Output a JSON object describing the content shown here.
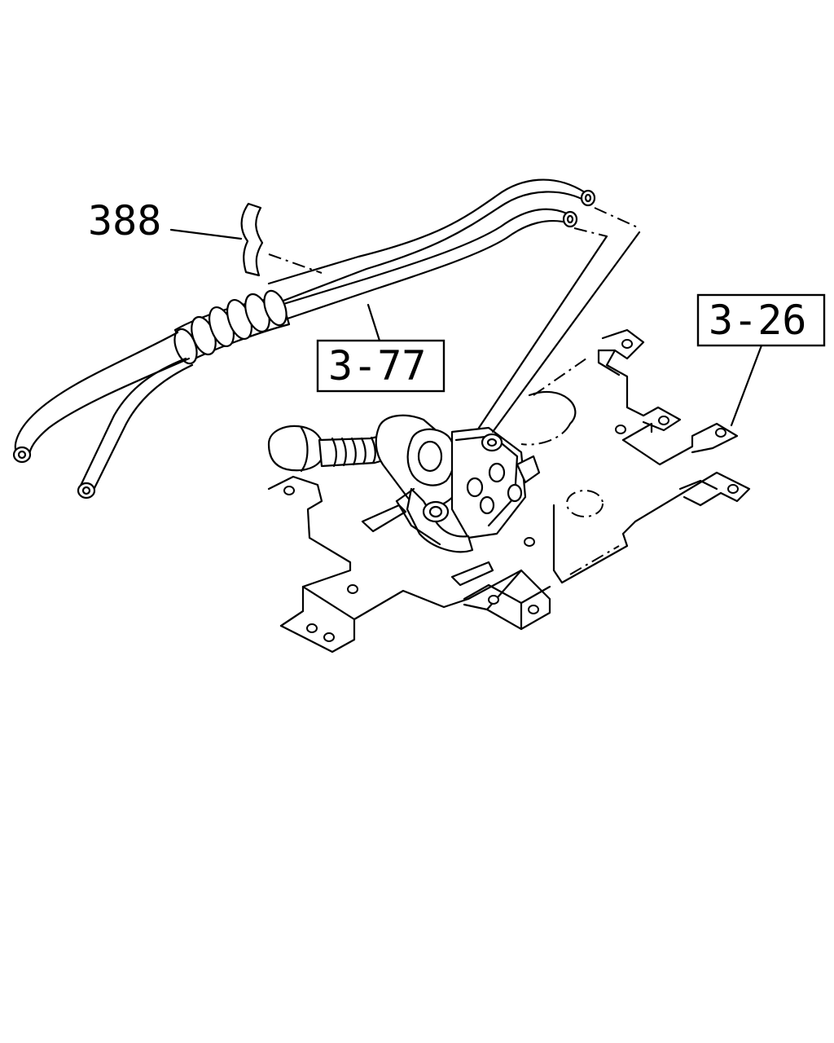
{
  "callouts": {
    "part_388": "388",
    "part_3_77": "3-77",
    "part_3_26": "3-26"
  }
}
